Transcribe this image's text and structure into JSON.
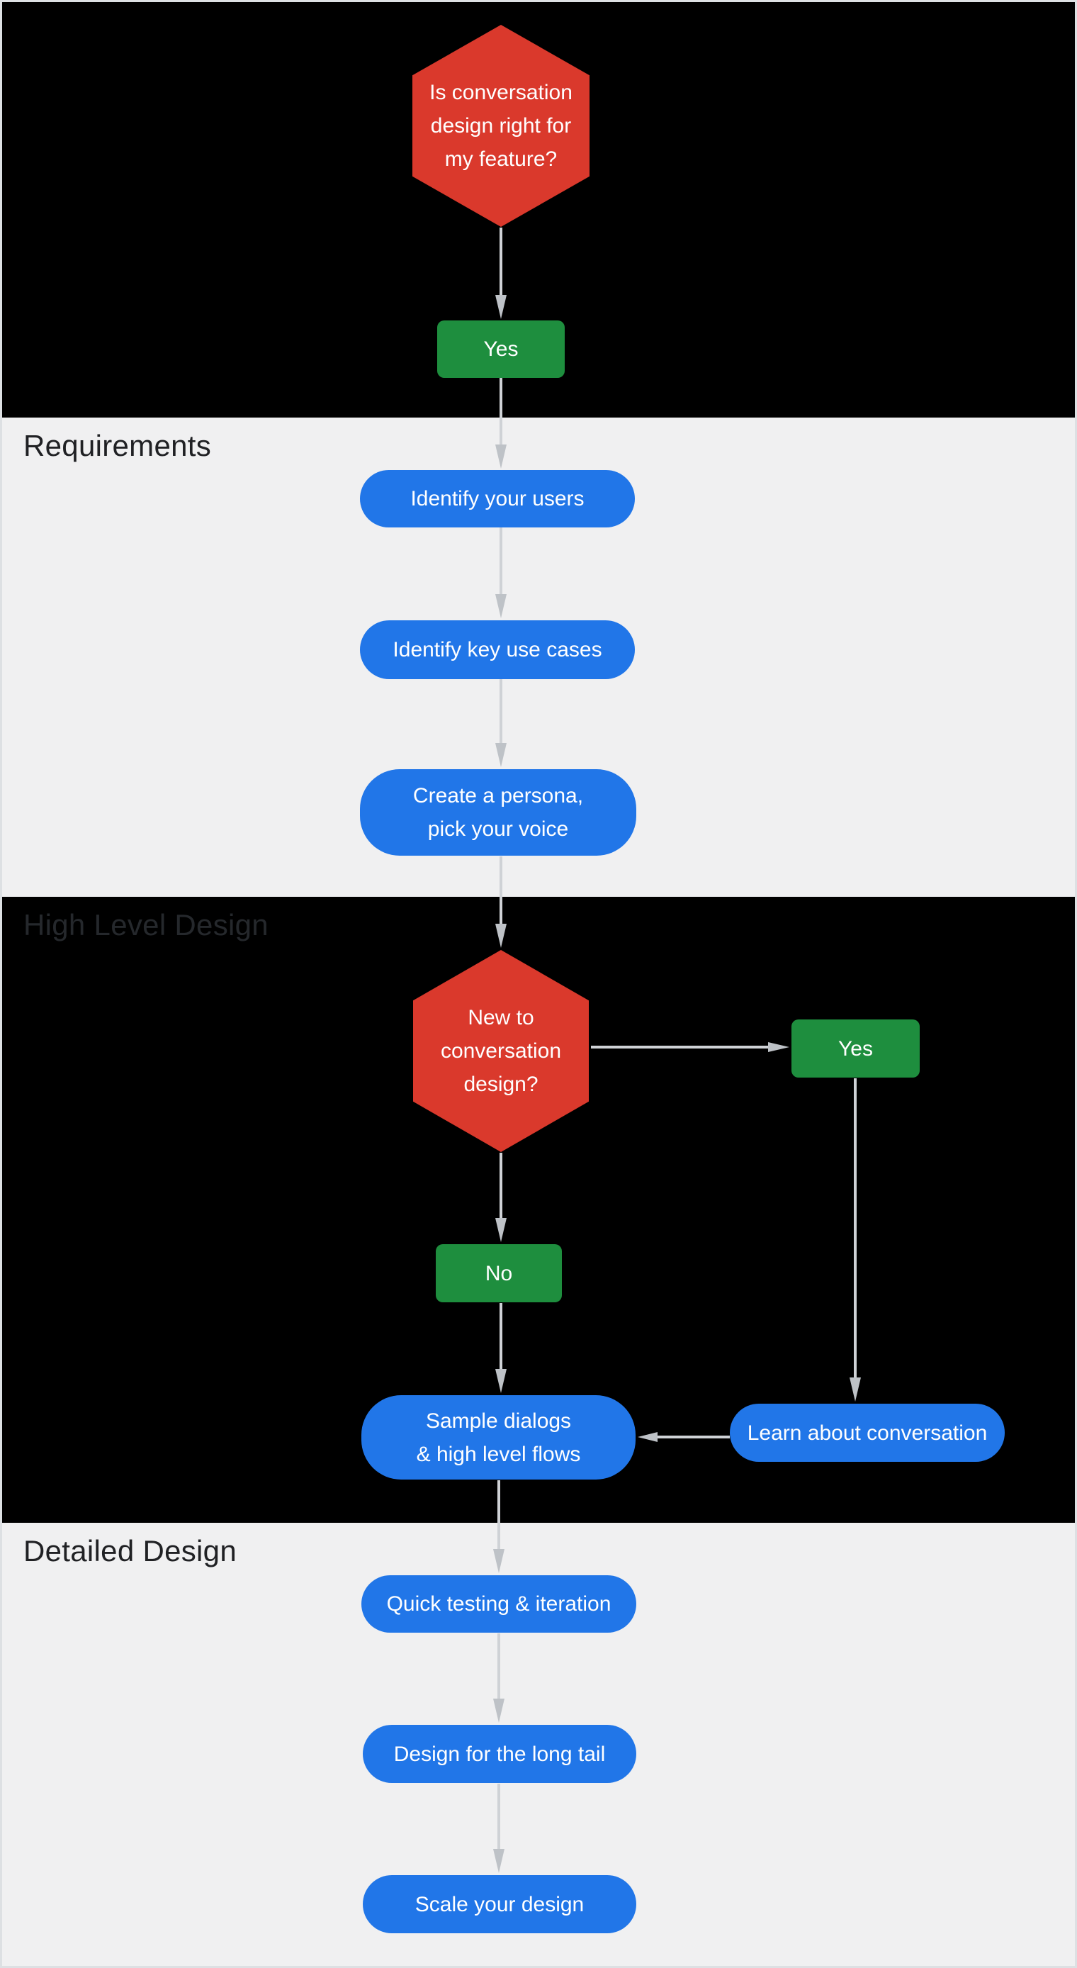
{
  "sections": [
    {
      "label": ""
    },
    {
      "label": "Requirements"
    },
    {
      "label": "High Level Design"
    },
    {
      "label": "Detailed Design"
    }
  ],
  "nodes": {
    "start_decision": {
      "type": "decision",
      "text": "Is conversation design right for my feature?",
      "lines": [
        "Is conversation",
        "design right for",
        "my feature?"
      ]
    },
    "start_yes": {
      "type": "answer",
      "label": "Yes"
    },
    "identify_users": {
      "type": "step",
      "label": "Identify your users"
    },
    "identify_use_cases": {
      "type": "step",
      "label": "Identify key use cases"
    },
    "create_persona": {
      "type": "step",
      "text": "Create a persona, pick your voice",
      "lines": [
        "Create a persona,",
        "pick your voice"
      ]
    },
    "new_to_cd": {
      "type": "decision",
      "text": "New to conversation design?",
      "lines": [
        "New to",
        "conversation",
        "design?"
      ]
    },
    "new_yes": {
      "type": "answer",
      "label": "Yes"
    },
    "new_no": {
      "type": "answer",
      "label": "No"
    },
    "sample_dialogs": {
      "type": "step",
      "text": "Sample dialogs & high level flows",
      "lines": [
        "Sample dialogs",
        "& high level flows"
      ]
    },
    "learn_conversation": {
      "type": "step",
      "label": "Learn about conversation"
    },
    "quick_testing": {
      "type": "step",
      "label": "Quick testing & iteration"
    },
    "long_tail": {
      "type": "step",
      "label": "Design for the long tail"
    },
    "scale_design": {
      "type": "step",
      "label": "Scale your design"
    }
  },
  "edges": [
    {
      "from": "start_decision",
      "to": "start_yes"
    },
    {
      "from": "start_yes",
      "to": "identify_users"
    },
    {
      "from": "identify_users",
      "to": "identify_use_cases"
    },
    {
      "from": "identify_use_cases",
      "to": "create_persona"
    },
    {
      "from": "create_persona",
      "to": "new_to_cd"
    },
    {
      "from": "new_to_cd",
      "to": "new_yes"
    },
    {
      "from": "new_to_cd",
      "to": "new_no"
    },
    {
      "from": "new_yes",
      "to": "learn_conversation"
    },
    {
      "from": "learn_conversation",
      "to": "sample_dialogs"
    },
    {
      "from": "new_no",
      "to": "sample_dialogs"
    },
    {
      "from": "sample_dialogs",
      "to": "quick_testing"
    },
    {
      "from": "quick_testing",
      "to": "long_tail"
    },
    {
      "from": "long_tail",
      "to": "scale_design"
    }
  ],
  "colors": {
    "decision_red": "#da392c",
    "answer_green": "#1e8e3e",
    "step_blue": "#2176e8",
    "section_dark_bg": "#000000",
    "section_light_bg": "#f0f0f1",
    "section_label_dark": "#202124",
    "section_label_on_dark": "#25282c",
    "arrow_gray": "#c9ccd0"
  }
}
